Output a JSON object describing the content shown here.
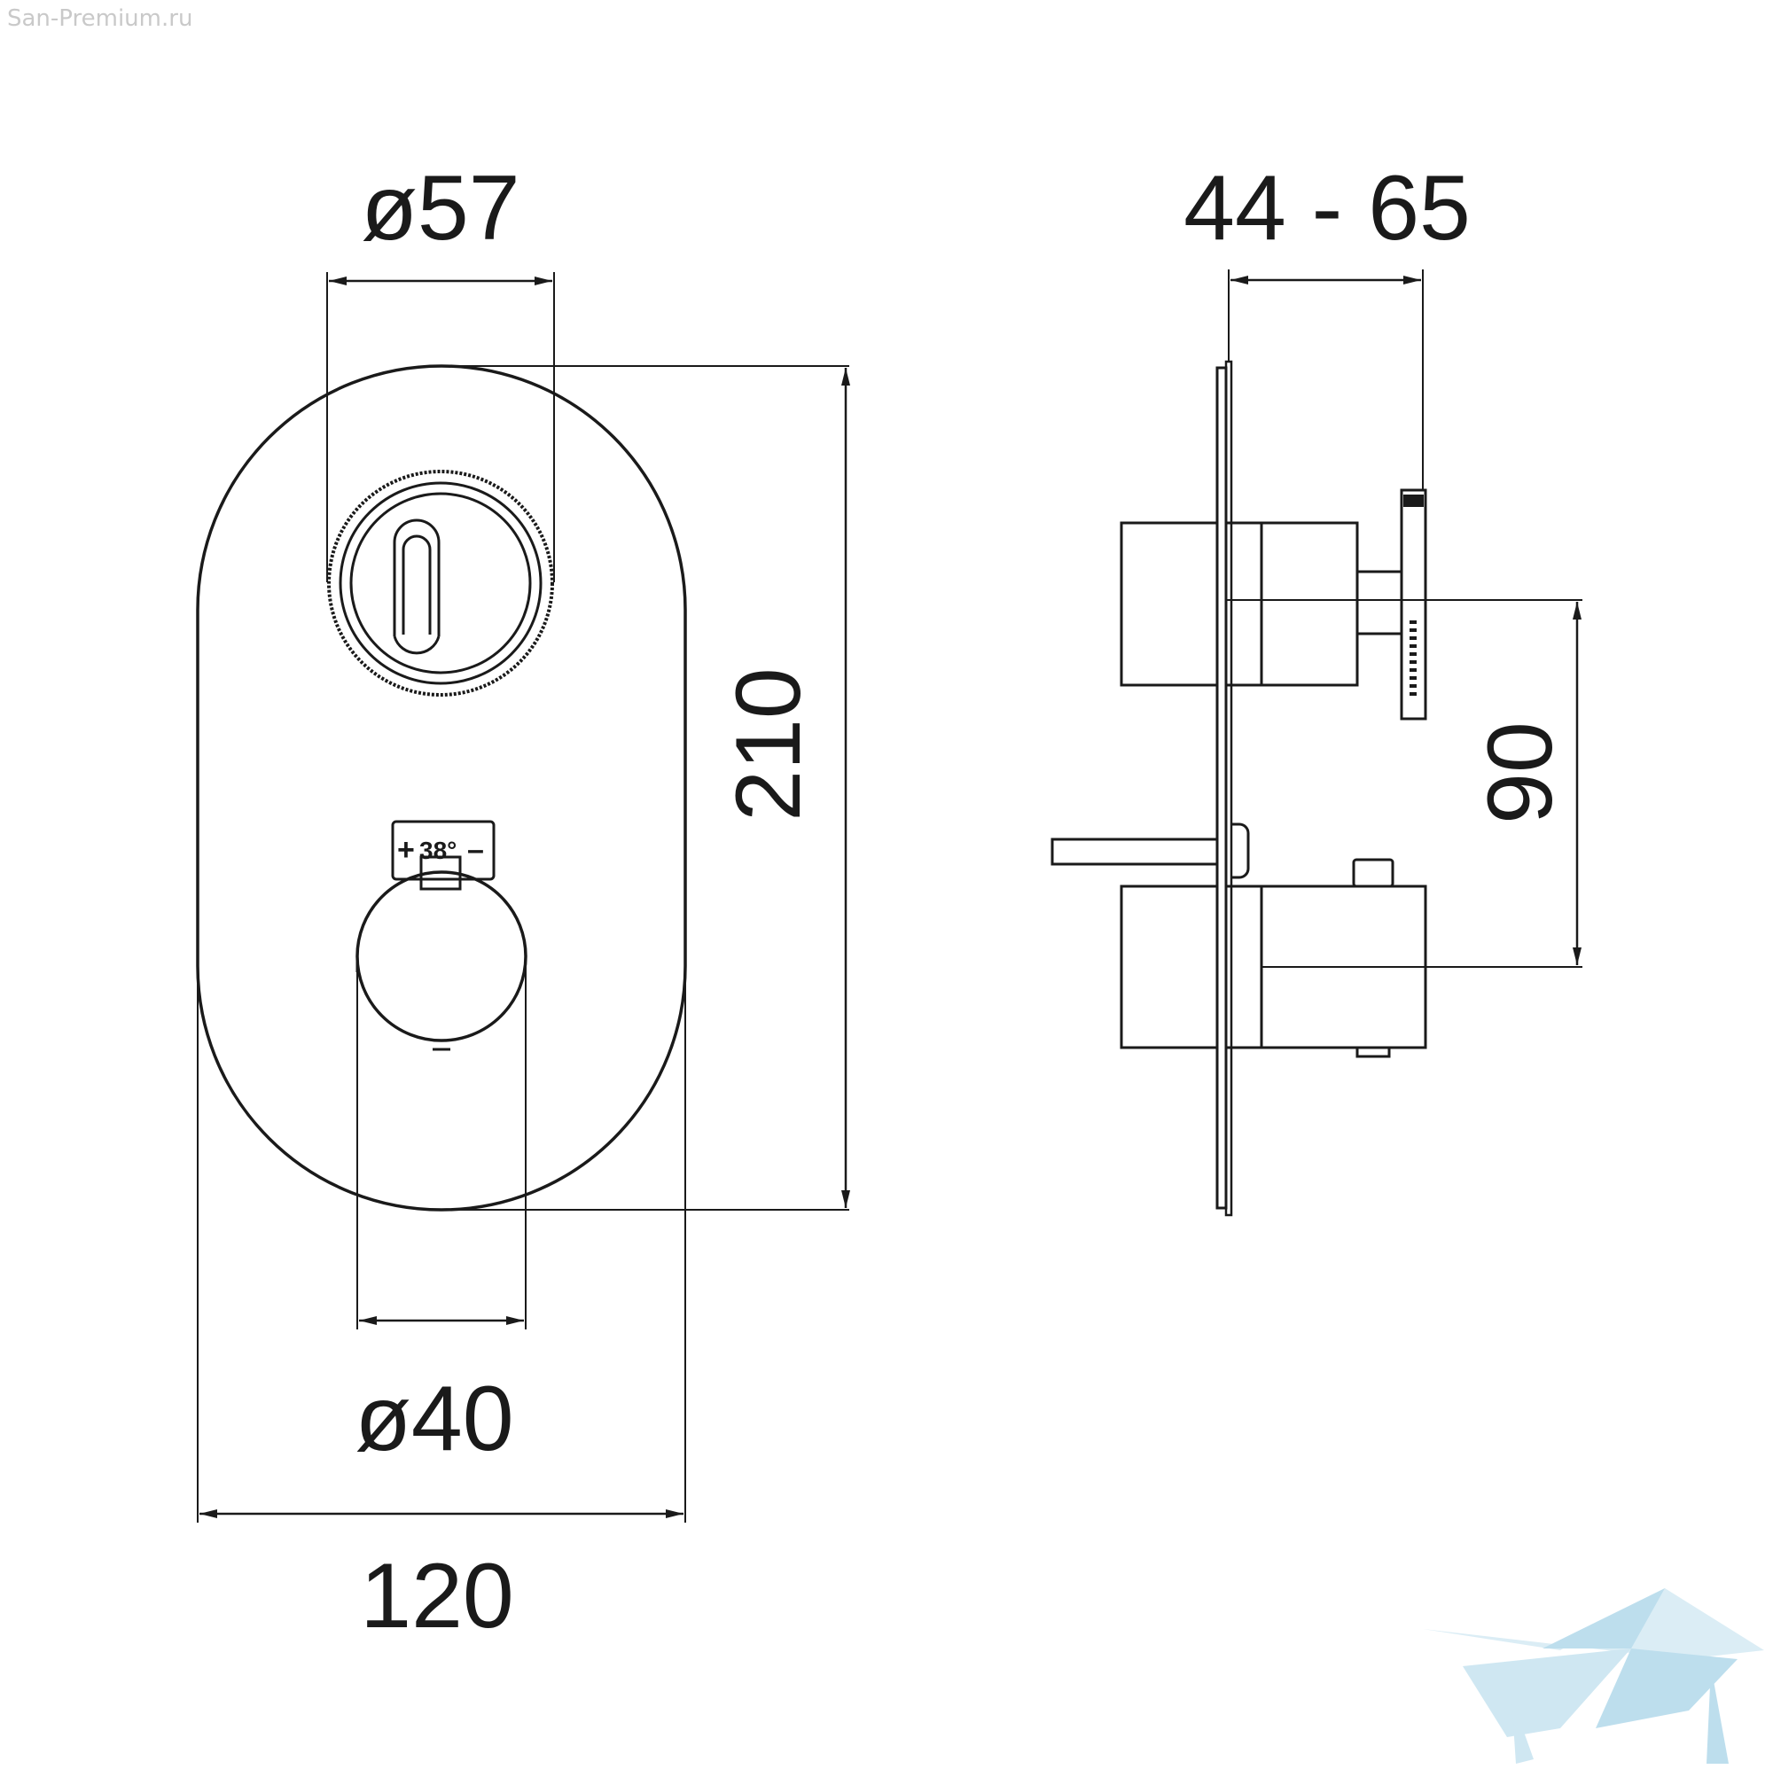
{
  "site_watermark": "San-Premium.ru",
  "dimensions": {
    "top_knob_diameter": "ø57",
    "depth_range": "44 - 65",
    "plate_height": "210",
    "axis_distance": "90",
    "bottom_knob_diameter": "ø40",
    "plate_width": "120"
  },
  "temperature_scale": {
    "plus": "+",
    "value": "38°",
    "minus": "–"
  },
  "colors": {
    "line": "#1a1a1a",
    "watermark_text": "#c9c9c9",
    "logo": "#a8d4e8"
  }
}
